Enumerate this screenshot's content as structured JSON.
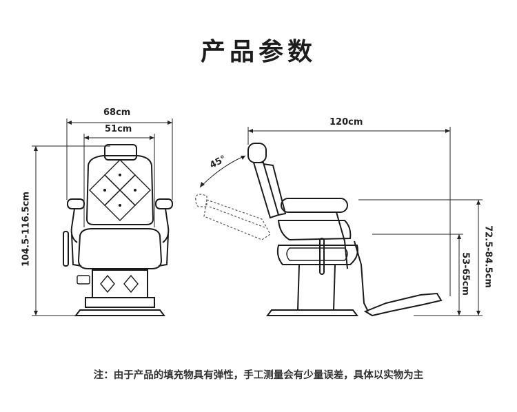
{
  "header": {
    "title": "产品参数"
  },
  "dimensions": {
    "front_width_outer": "68cm",
    "front_width_seat": "51cm",
    "front_height": "104.5-116.5cm",
    "side_length": "120cm",
    "recline_angle": "45°",
    "armrest_height": "72.5-84.5cm",
    "seat_height": "53-65cm"
  },
  "footer": {
    "note": "注：由于产品的填充物具有弹性，手工测量会有少量误差，具体以实物为主"
  }
}
